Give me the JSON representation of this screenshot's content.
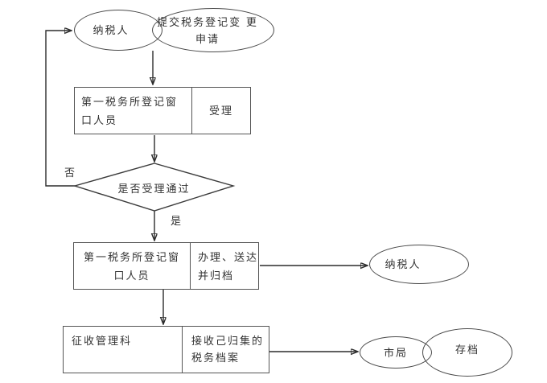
{
  "diagram": {
    "title_hint": "税务登记变更流程图",
    "nodes": {
      "start_taxpayer": "纳税人",
      "submit_action": {
        "line1": "提交税务登记变",
        "line2": "更申请"
      },
      "accept_step": {
        "role_line1": "第一税务所登记窗",
        "role_line2": "口人员",
        "action": "受理"
      },
      "decision": "是否受理通过",
      "process_step": {
        "role_line1": "第一税务所登记窗",
        "role_line2": "口人员",
        "action_line1": "办理、送达",
        "action_line2": "并归档"
      },
      "taxpayer_receiver": "纳税人",
      "collection_step": {
        "role": "征收管理科",
        "action_line1": "接收己归集的",
        "action_line2": "税务档案"
      },
      "city_bureau": "市局",
      "archive": "存档"
    },
    "labels": {
      "no": "否",
      "yes": "是"
    },
    "colors": {
      "background": "#ffffff",
      "line": "#2b2b2b",
      "border": "#4a4a4a",
      "text": "#333333"
    }
  }
}
